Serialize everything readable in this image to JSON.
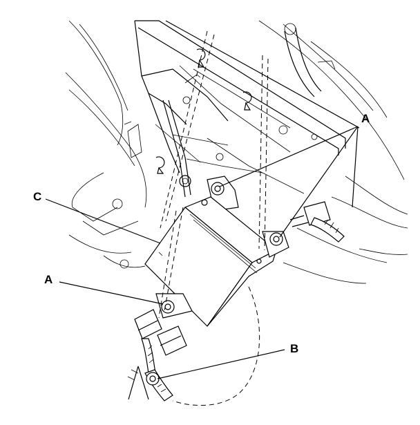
{
  "callouts": {
    "a_top": "A",
    "a_left": "A",
    "b": "B",
    "c": "C"
  }
}
